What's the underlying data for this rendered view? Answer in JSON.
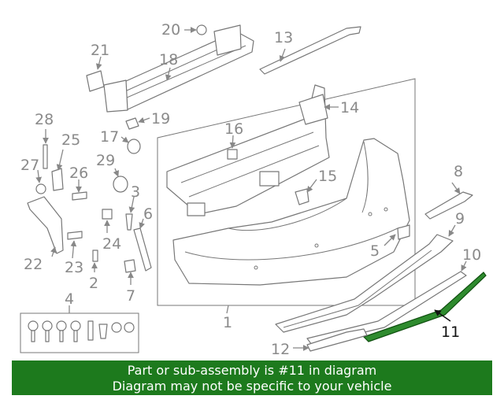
{
  "callouts": {
    "c1": "1",
    "c2": "2",
    "c3": "3",
    "c4": "4",
    "c5": "5",
    "c6": "6",
    "c7": "7",
    "c8": "8",
    "c9": "9",
    "c10": "10",
    "c11": "11",
    "c12": "12",
    "c13": "13",
    "c14": "14",
    "c15": "15",
    "c16": "16",
    "c17": "17",
    "c18": "18",
    "c19": "19",
    "c20": "20",
    "c21": "21",
    "c22": "22",
    "c23": "23",
    "c24": "24",
    "c25": "25",
    "c26": "26",
    "c27": "27",
    "c28": "28",
    "c29": "29"
  },
  "highlight": {
    "part_number": "11",
    "color": "#1d7a1d"
  },
  "banner": {
    "line1": "Part or sub-assembly is #11 in diagram",
    "line2": "Diagram may not be specific to your vehicle",
    "background": "#1d7a1d"
  }
}
